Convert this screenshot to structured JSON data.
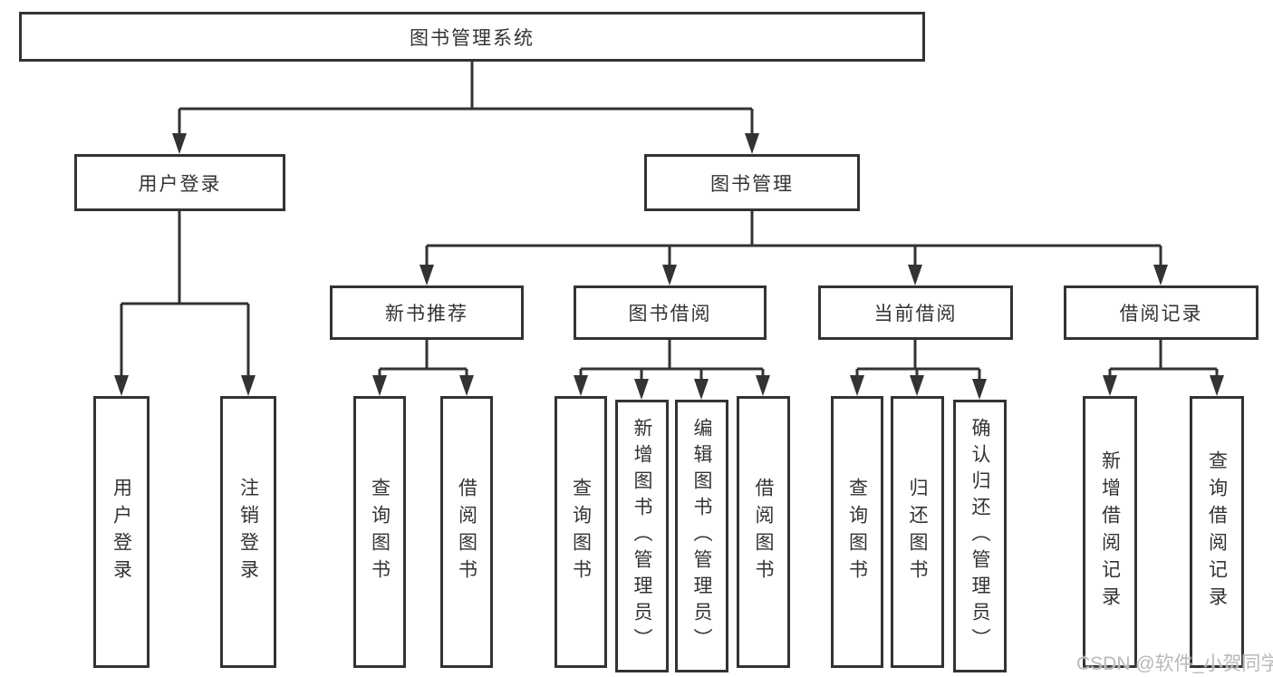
{
  "diagram": {
    "root": {
      "label": "图书管理系统"
    },
    "user_login": {
      "label": "用户登录",
      "children": {
        "login": {
          "label": "用户登录"
        },
        "logout": {
          "label": "注销登录"
        }
      }
    },
    "book_management": {
      "label": "图书管理",
      "sections": {
        "new_books": {
          "label": "新书推荐",
          "children": {
            "query": {
              "label": "查询图书"
            },
            "borrow": {
              "label": "借阅图书"
            }
          }
        },
        "borrowing": {
          "label": "图书借阅",
          "children": {
            "query": {
              "label": "查询图书"
            },
            "add": {
              "label": "新增图书（管理员）"
            },
            "edit": {
              "label": "编辑图书（管理员）"
            },
            "borrow": {
              "label": "借阅图书"
            }
          }
        },
        "current": {
          "label": "当前借阅",
          "children": {
            "query": {
              "label": "查询图书"
            },
            "return": {
              "label": "归还图书"
            },
            "confirm": {
              "label": "确认归还（管理员）"
            }
          }
        },
        "records": {
          "label": "借阅记录",
          "children": {
            "add": {
              "label": "新增借阅记录"
            },
            "query": {
              "label": "查询借阅记录"
            }
          }
        }
      }
    }
  },
  "watermark": {
    "text": "CSDN @软件_小贺同学"
  },
  "colors": {
    "line": "#333333",
    "text": "#333333",
    "watermark": "#b9b9b9",
    "background": "#ffffff"
  }
}
